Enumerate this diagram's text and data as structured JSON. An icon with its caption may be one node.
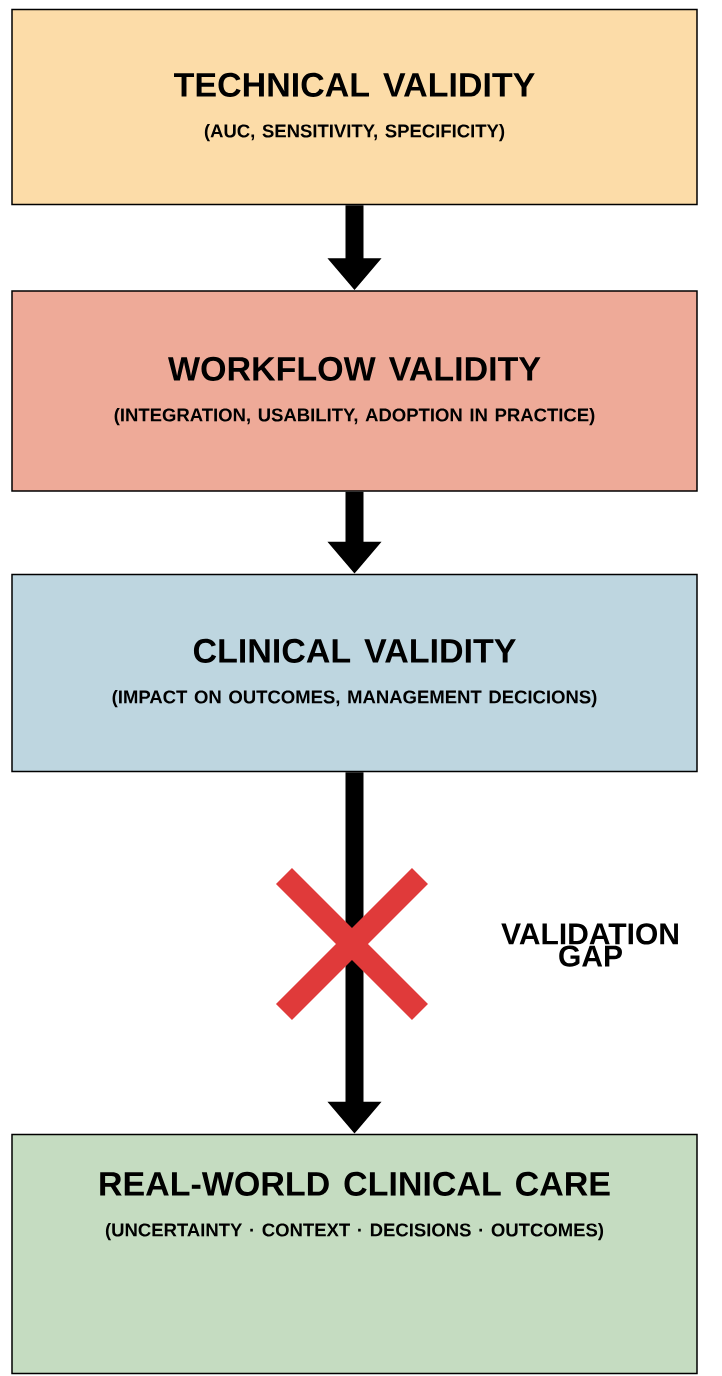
{
  "diagram": {
    "nodes": [
      {
        "text": [
          "TECHNICAL VALIDITY",
          "(AUC, SENSITIVITY, SPECIFICITY)"
        ]
      },
      {
        "text": [
          "WORKFLOW VALIDITY",
          "(INTEGRATION, USABILITY, ADOPTION IN PRACTICE)"
        ]
      },
      {
        "text": [
          "CLINICAL VALIDITY",
          "(IMPACT ON OUTCOMES, MANAGEMENT DECICIONS)"
        ]
      },
      {
        "text": [
          "REAL-WORLD CLINICAL CARE",
          "(UNCERTAINTY · CONTEXT · DECISIONS · OUTCOMES)"
        ]
      }
    ],
    "edges": [
      {
        "from": 0,
        "to": 1,
        "arrow": "to"
      },
      {
        "from": 1,
        "to": 2,
        "arrow": "to"
      },
      {
        "from": 2,
        "to": 3,
        "arrow": "to",
        "label": "VALIDATION GAP"
      }
    ]
  }
}
